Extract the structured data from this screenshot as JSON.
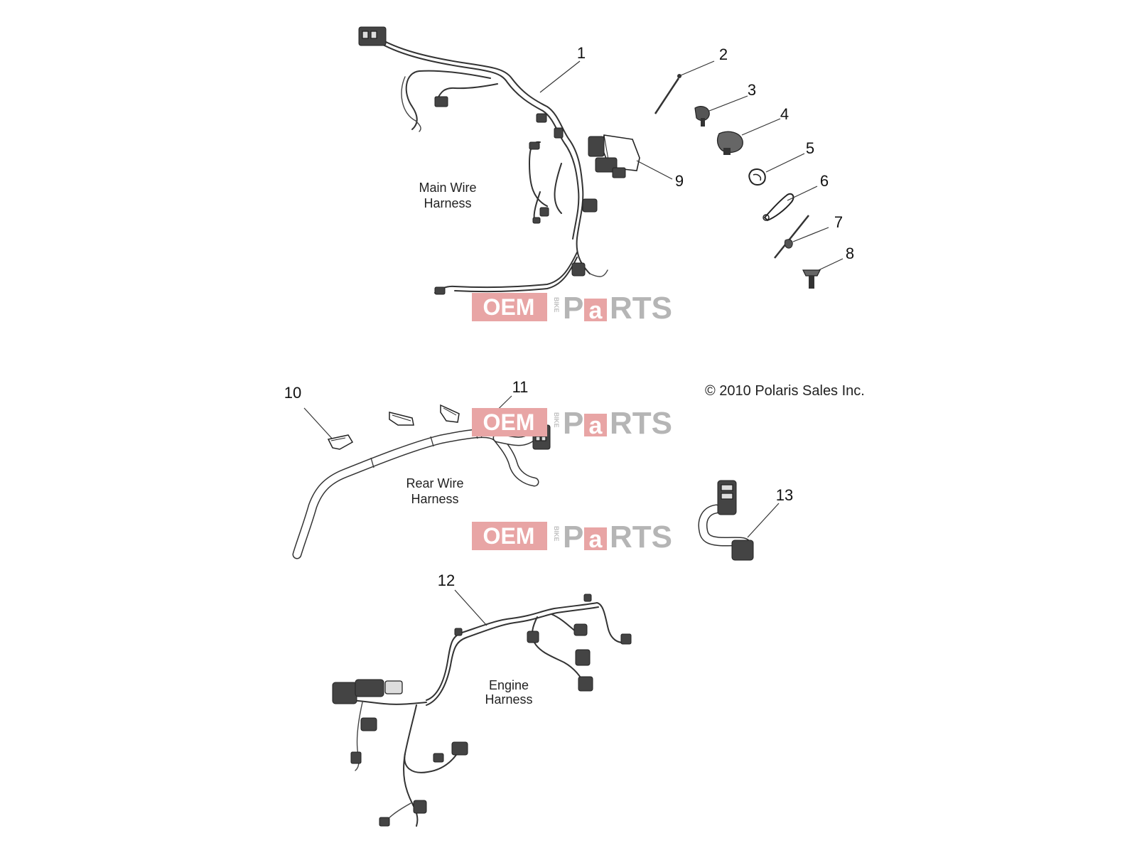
{
  "callouts": [
    {
      "id": "1",
      "label": "1"
    },
    {
      "id": "2",
      "label": "2"
    },
    {
      "id": "3",
      "label": "3"
    },
    {
      "id": "4",
      "label": "4"
    },
    {
      "id": "5",
      "label": "5"
    },
    {
      "id": "6",
      "label": "6"
    },
    {
      "id": "7",
      "label": "7"
    },
    {
      "id": "8",
      "label": "8"
    },
    {
      "id": "9",
      "label": "9"
    },
    {
      "id": "10",
      "label": "10"
    },
    {
      "id": "11",
      "label": "11"
    },
    {
      "id": "12",
      "label": "12"
    },
    {
      "id": "13",
      "label": "13"
    }
  ],
  "captions": {
    "main_line1": "Main Wire",
    "main_line2": "Harness",
    "rear_line1": "Rear Wire",
    "rear_line2": "Harness",
    "engine_line1": "Engine",
    "engine_line2": "Harness"
  },
  "copyright": "© 2010 Polaris Sales Inc.",
  "watermark": {
    "oem": "OEM",
    "bike": "BIKE",
    "p": "P",
    "a": "a",
    "rts": "RTS",
    "brand_color": "#e8a5a5",
    "gray_color": "#b5b5b5"
  }
}
